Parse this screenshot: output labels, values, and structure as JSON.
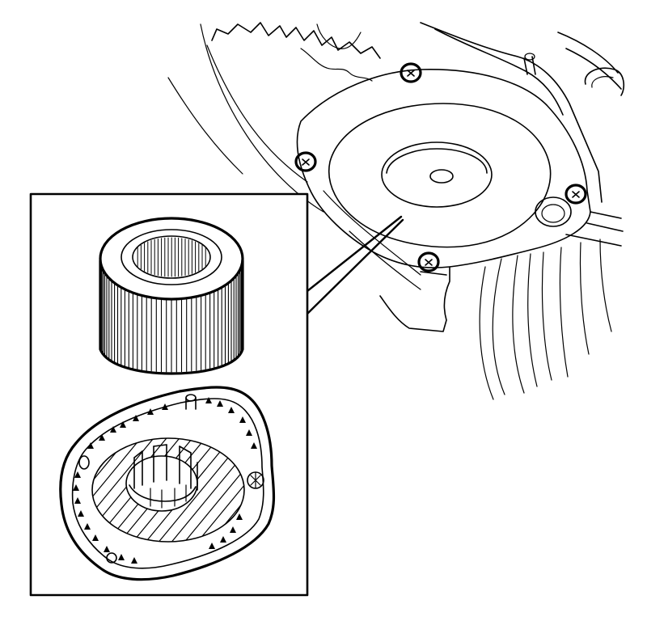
{
  "diagram": {
    "colors": {
      "line": "#000000",
      "background": "#ffffff"
    },
    "parts": [
      {
        "id": "engine-cover",
        "icon": "housing-cover-icon"
      },
      {
        "id": "filter-cartridge",
        "icon": "cylindrical-filter-icon"
      },
      {
        "id": "filter-housing-base",
        "icon": "housing-base-icon"
      }
    ],
    "screws": {
      "count": 4,
      "icon": "cross-screw-icon"
    },
    "inset": {
      "shows": "detail-of-filter-under-cover"
    }
  }
}
